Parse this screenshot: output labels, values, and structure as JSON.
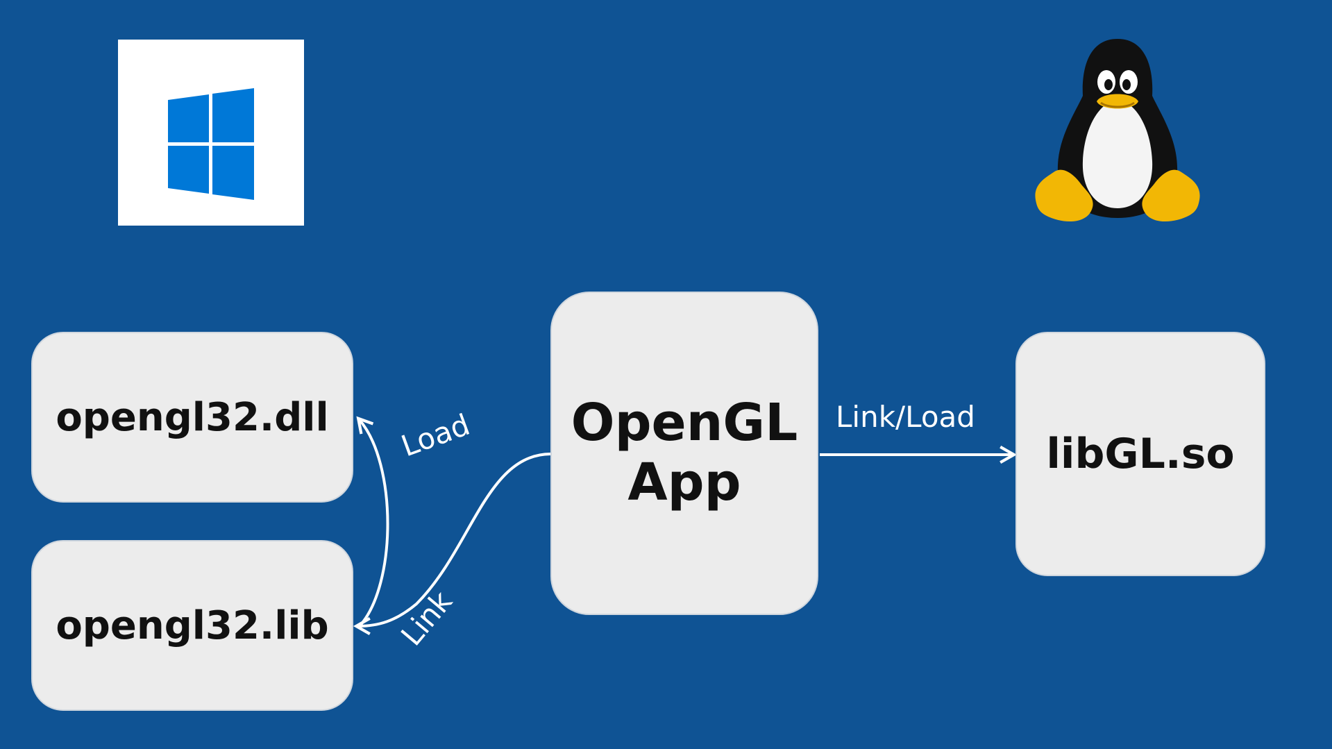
{
  "nodes": {
    "dll": "opengl32.dll",
    "lib": "opengl32.lib",
    "app_line1": "OpenGL",
    "app_line2": "App",
    "so": "libGL.so"
  },
  "edges": {
    "load": "Load",
    "link": "Link",
    "link_load": "Link/Load"
  },
  "logos": {
    "windows": "windows-logo-icon",
    "linux": "tux-penguin-icon"
  },
  "colors": {
    "background": "#0f5394",
    "box": "#ececec",
    "windows_blue": "#0078d7",
    "arrow": "#ffffff"
  }
}
